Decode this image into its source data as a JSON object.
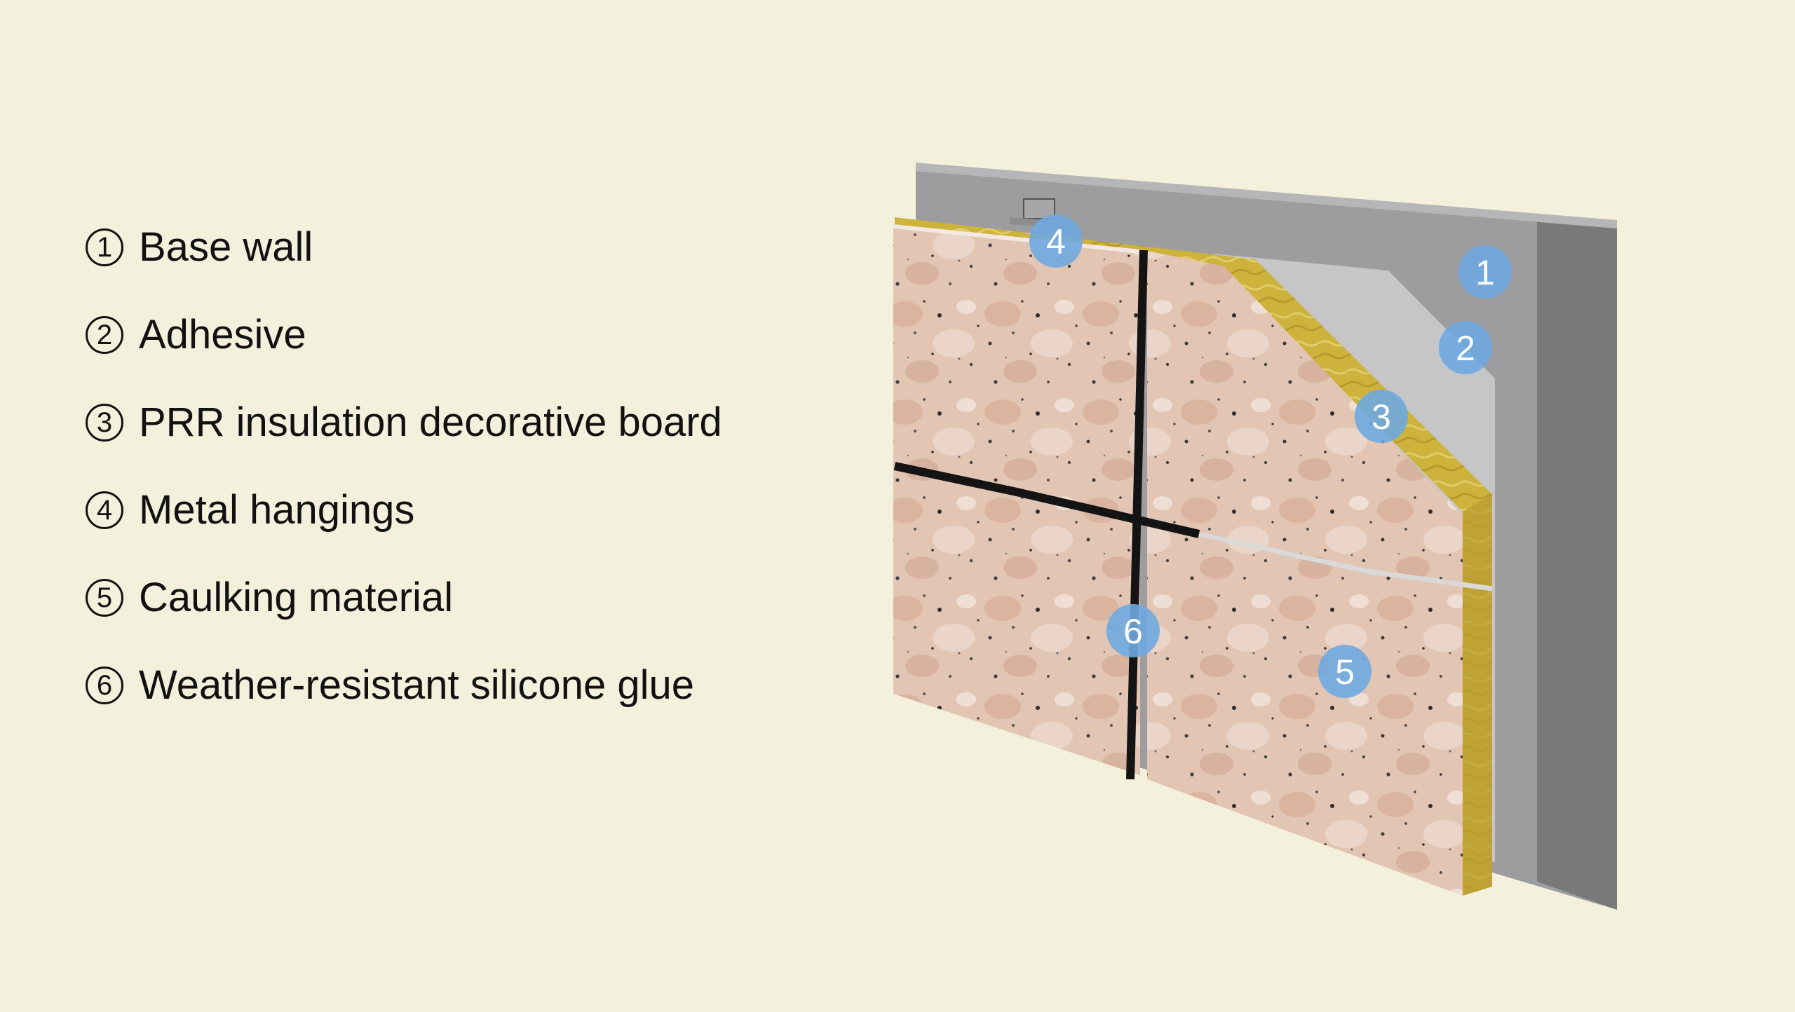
{
  "legend": {
    "items": [
      {
        "num": "1",
        "label": "Base wall"
      },
      {
        "num": "2",
        "label": "Adhesive"
      },
      {
        "num": "3",
        "label": "PRR insulation decorative board"
      },
      {
        "num": "4",
        "label": "Metal hangings"
      },
      {
        "num": "5",
        "label": "Caulking material"
      },
      {
        "num": "6",
        "label": "Weather-resistant silicone glue"
      }
    ]
  },
  "callouts": {
    "c1": "1",
    "c2": "2",
    "c3": "3",
    "c4": "4",
    "c5": "5",
    "c6": "6"
  },
  "colors": {
    "background": "#f3f0dc",
    "wall": "#8c8c8e",
    "adhesive": "#c8c8ca",
    "insulation": "#c9b23a",
    "stone": "#e2c4b2",
    "callout": "#6fa8e0"
  }
}
